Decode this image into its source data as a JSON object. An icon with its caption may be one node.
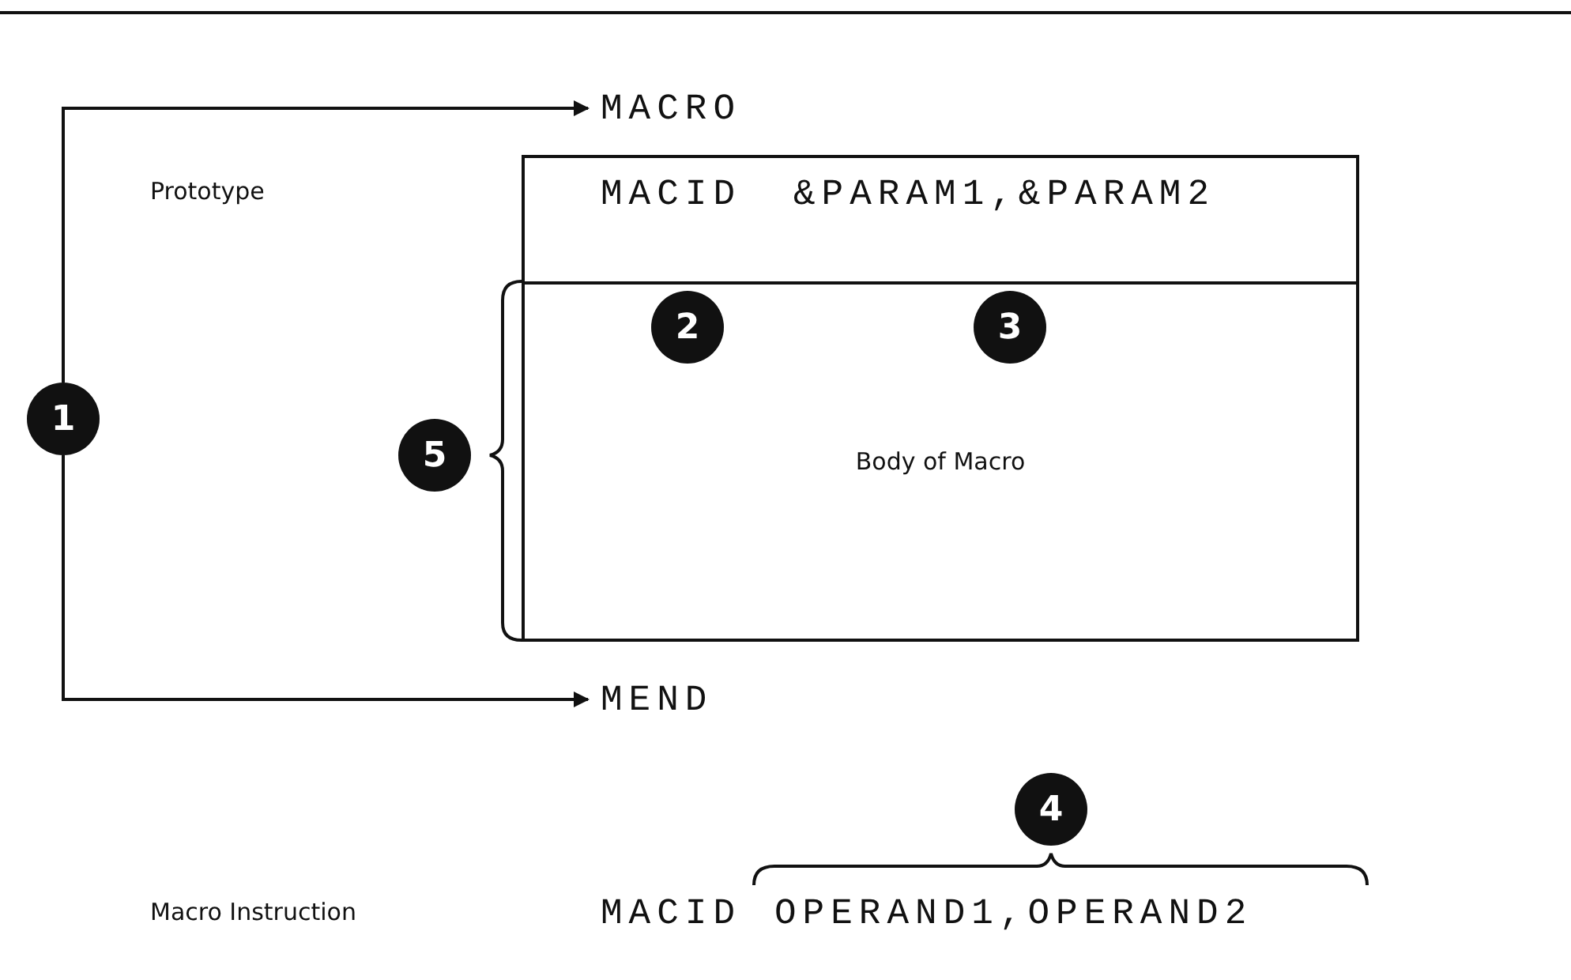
{
  "diagram": {
    "nodes": [
      {
        "text": [
          "1"
        ]
      },
      {
        "text": [
          "MACRO"
        ]
      },
      {
        "text": [
          "MEND"
        ]
      },
      {
        "text": [
          "MACID",
          "&PARAM1,&PARAM2"
        ]
      },
      {
        "text": [
          "Body of Macro"
        ]
      },
      {
        "text": [
          "2"
        ],
        "in": 4
      },
      {
        "text": [
          "3"
        ],
        "in": 4
      },
      {
        "text": [
          "5"
        ]
      },
      {
        "text": [
          "4"
        ]
      }
    ],
    "edges": [
      {
        "from": 0,
        "to": 1,
        "arrow": "to"
      },
      {
        "from": 0,
        "to": 2,
        "arrow": "to"
      }
    ],
    "labels": [
      "Prototype",
      "Macro Instruction",
      "MACID",
      "OPERAND1,OPERAND2"
    ]
  }
}
